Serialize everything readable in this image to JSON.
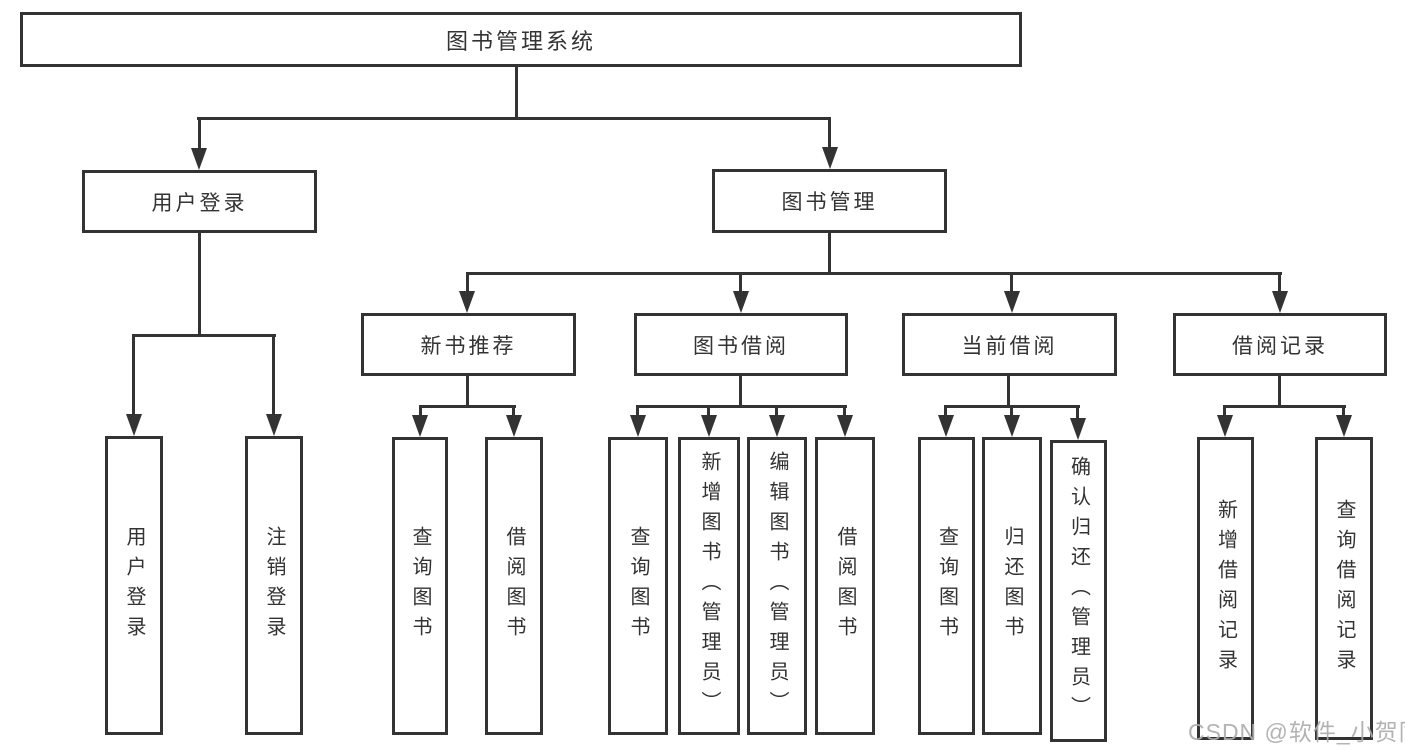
{
  "diagram": {
    "type": "tree",
    "root": {
      "label": "图书管理系统",
      "children": [
        {
          "label": "用户登录",
          "children": [
            {
              "label": "用户登录"
            },
            {
              "label": "注销登录"
            }
          ]
        },
        {
          "label": "图书管理",
          "children": [
            {
              "label": "新书推荐",
              "children": [
                {
                  "label": "查询图书"
                },
                {
                  "label": "借阅图书"
                }
              ]
            },
            {
              "label": "图书借阅",
              "children": [
                {
                  "label": "查询图书"
                },
                {
                  "label": "新增图书（管理员）"
                },
                {
                  "label": "编辑图书（管理员）"
                },
                {
                  "label": "借阅图书"
                }
              ]
            },
            {
              "label": "当前借阅",
              "children": [
                {
                  "label": "查询图书"
                },
                {
                  "label": "归还图书"
                },
                {
                  "label": "确认归还（管理员）"
                }
              ]
            },
            {
              "label": "借阅记录",
              "children": [
                {
                  "label": "新增借阅记录"
                },
                {
                  "label": "查询借阅记录"
                }
              ]
            }
          ]
        }
      ]
    }
  },
  "watermark": {
    "text": "CSDN @软件_小贺同学"
  },
  "colors": {
    "line": "#333333",
    "box_border": "#333333",
    "text": "#333333",
    "watermark": "#acacac",
    "background": "#ffffff"
  }
}
